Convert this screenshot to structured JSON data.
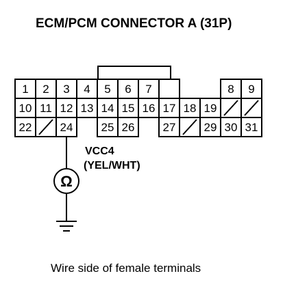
{
  "title": "ECM/PCM CONNECTOR A (31P)",
  "rows": [
    [
      "1",
      "2",
      "3",
      "4",
      "5",
      "6",
      "7",
      null,
      "8",
      "9"
    ],
    [
      "10",
      "11",
      "12",
      "13",
      "14",
      "15",
      "16",
      "17",
      "18",
      "19",
      "",
      ""
    ],
    [
      "22",
      "",
      "24",
      null,
      "25",
      "26",
      null,
      "27",
      "",
      "29",
      "30",
      "31"
    ]
  ],
  "wire": {
    "signal": "VCC4",
    "color": "(YEL/WHT)",
    "meter_symbol": "Ω"
  },
  "caption": "Wire side of female terminals"
}
